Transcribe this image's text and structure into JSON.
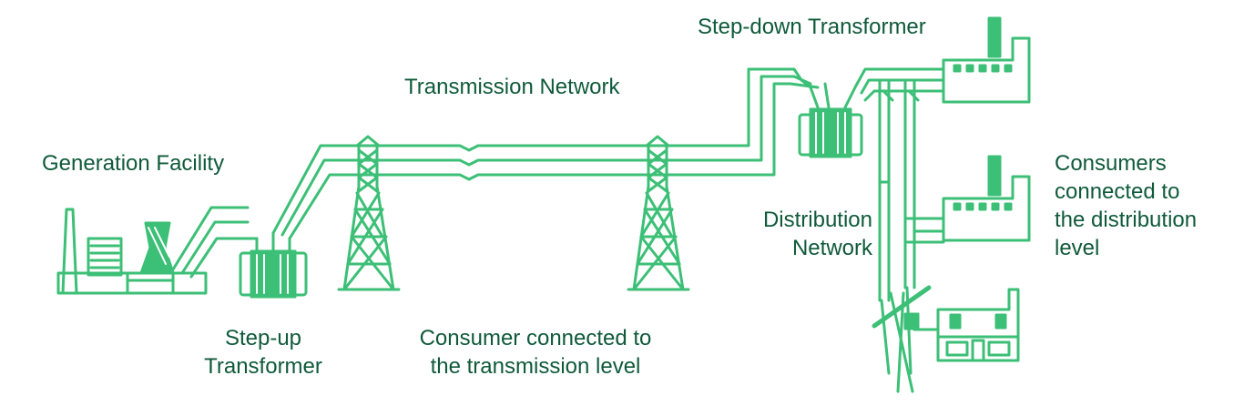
{
  "colors": {
    "line": "#3cbf76",
    "dark": "#2b7a57",
    "text": "#0f5a3a",
    "background": "#ffffff"
  },
  "labels": {
    "generation_facility": "Generation Facility",
    "step_up_line1": "Step-up",
    "step_up_line2": "Transformer",
    "transmission_network": "Transmission Network",
    "consumer_transmission_line1": "Consumer connected to",
    "consumer_transmission_line2": "the transmission level",
    "step_down_transformer": "Step-down Transformer",
    "distribution_line1": "Distribution",
    "distribution_line2": "Network",
    "consumers_distribution_line1": "Consumers",
    "consumers_distribution_line2": "connected to",
    "consumers_distribution_line3": "the distribution",
    "consumers_distribution_line4": "level"
  },
  "icons": [
    "power-plant-icon",
    "step-up-transformer-icon",
    "transmission-tower-icon",
    "step-down-transformer-icon",
    "distribution-pole-icon",
    "factory-icon",
    "house-icon"
  ]
}
